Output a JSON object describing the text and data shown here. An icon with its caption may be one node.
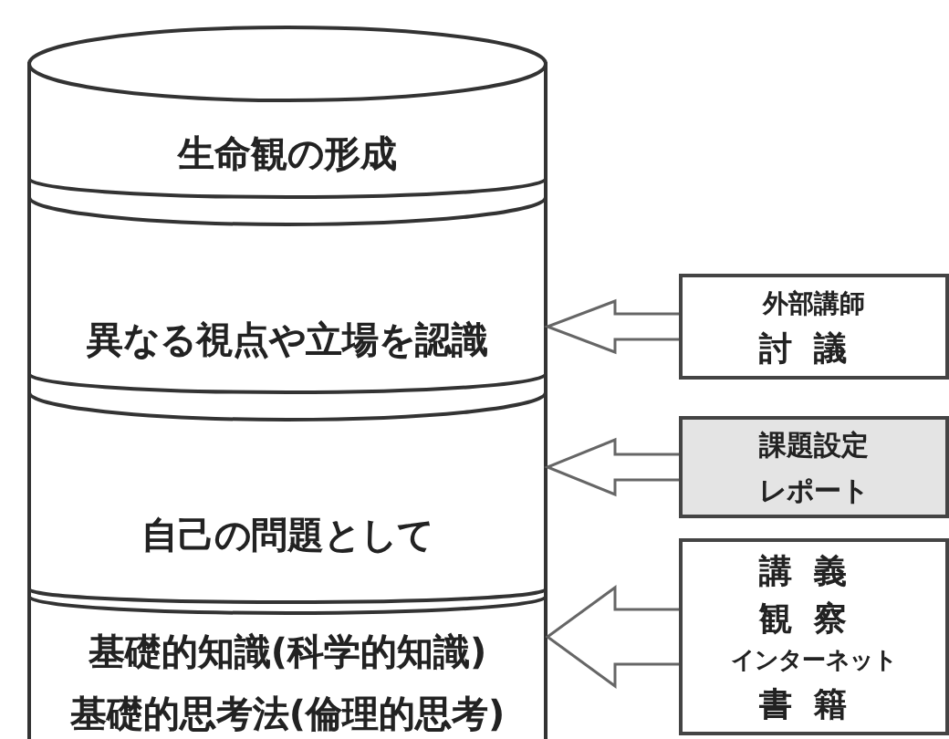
{
  "diagram": {
    "nodes": [
      {
        "text": [
          "生命観の形成"
        ]
      },
      {
        "text": [
          "異なる視点や立場を認識"
        ]
      },
      {
        "text": [
          "自己の問題として"
        ]
      },
      {
        "text": [
          "基礎的知識(科学的知識)",
          "基礎的思考法(倫理的思考)"
        ]
      },
      {
        "text": [
          "外部講師",
          "討議"
        ]
      },
      {
        "text": [
          "課題設定",
          "レポート"
        ]
      },
      {
        "text": [
          "講義",
          "観察",
          "インターネット",
          "書籍"
        ]
      }
    ],
    "edges": [
      {
        "from": 4,
        "to": 1,
        "arrow": "to"
      },
      {
        "from": 5,
        "to": 2,
        "arrow": "to"
      },
      {
        "from": 6,
        "to": 3,
        "arrow": "to"
      }
    ]
  }
}
